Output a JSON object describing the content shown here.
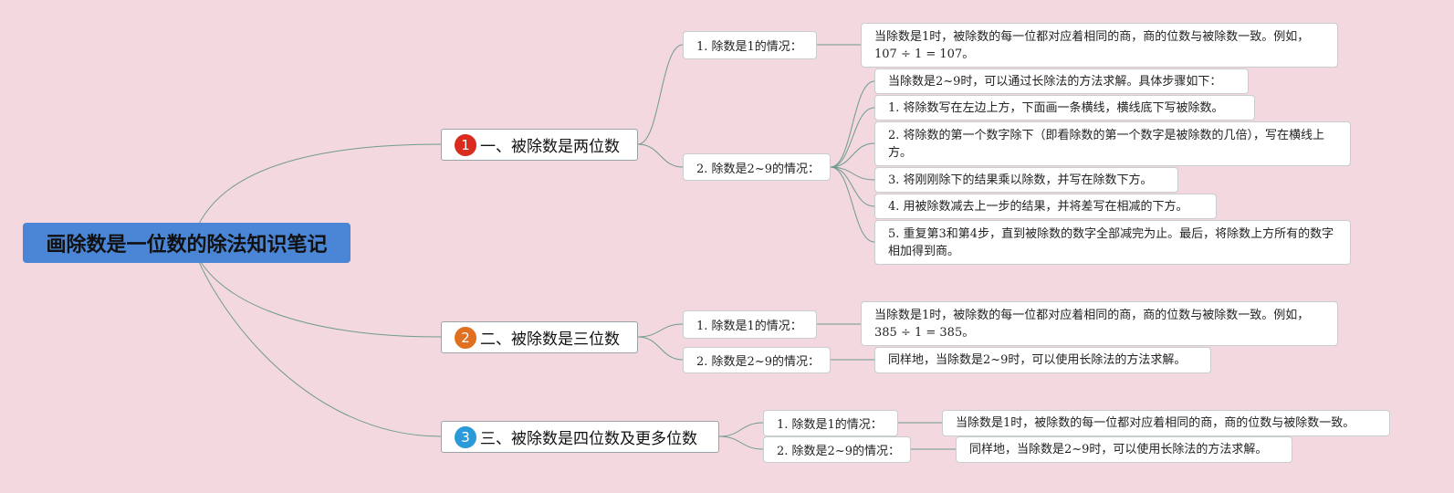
{
  "colors": {
    "background": "#f3d8df",
    "root": "#4a86d5",
    "connector": "#6e9a8d",
    "badge_1": "#d92b1e",
    "badge_2": "#e0701f",
    "badge_3": "#2a9ad8"
  },
  "root": {
    "label": "画除数是一位数的除法知识笔记"
  },
  "topics": [
    {
      "badge": "1",
      "label": "一、被除数是两位数",
      "subs": [
        {
          "label": "1. 除数是1的情况：",
          "leaves": [
            "当除数是1时，被除数的每一位都对应着相同的商，商的位数与被除数一致。例如，107 ÷ 1 = 107。"
          ]
        },
        {
          "label": "2. 除数是2~9的情况：",
          "leaves": [
            "当除数是2~9时，可以通过长除法的方法求解。具体步骤如下：",
            "1. 将除数写在左边上方，下面画一条横线，横线底下写被除数。",
            "2. 将除数的第一个数字除下（即看除数的第一个数字是被除数的几倍），写在横线上方。",
            "3. 将刚刚除下的结果乘以除数，并写在除数下方。",
            "4. 用被除数减去上一步的结果，并将差写在相减的下方。",
            "5. 重复第3和第4步，直到被除数的数字全部减完为止。最后，将除数上方所有的数字相加得到商。"
          ]
        }
      ]
    },
    {
      "badge": "2",
      "label": "二、被除数是三位数",
      "subs": [
        {
          "label": "1. 除数是1的情况：",
          "leaves": [
            "当除数是1时，被除数的每一位都对应着相同的商，商的位数与被除数一致。例如，385 ÷ 1 = 385。"
          ]
        },
        {
          "label": "2. 除数是2~9的情况：",
          "leaves": [
            "同样地，当除数是2~9时，可以使用长除法的方法求解。"
          ]
        }
      ]
    },
    {
      "badge": "3",
      "label": "三、被除数是四位数及更多位数",
      "subs": [
        {
          "label": "1. 除数是1的情况：",
          "leaves": [
            "当除数是1时，被除数的每一位都对应着相同的商，商的位数与被除数一致。"
          ]
        },
        {
          "label": "2. 除数是2~9的情况：",
          "leaves": [
            "同样地，当除数是2~9时，可以使用长除法的方法求解。"
          ]
        }
      ]
    }
  ]
}
